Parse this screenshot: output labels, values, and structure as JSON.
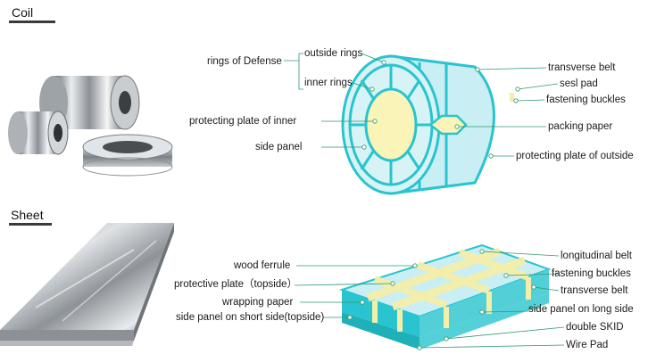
{
  "sections": {
    "coil": {
      "title": "Coil"
    },
    "sheet": {
      "title": "Sheet"
    }
  },
  "coil_labels": {
    "rings_of_defense": "rings of Defense",
    "outside_rings": "outside rings",
    "inner_rings": "inner rings",
    "protecting_plate_inner": "protecting plate of inner",
    "side_panel": "side panel",
    "transverse_belt": "transverse belt",
    "sesl_pad": "sesl pad",
    "fastening_buckles": "fastening buckles",
    "packing_paper": "packing paper",
    "protecting_plate_outside": "protecting plate of outside"
  },
  "sheet_labels": {
    "wood_ferrule": "wood ferrule",
    "protective_plate_topside": "protective plate（topside）",
    "wrapping_paper": "wrapping paper",
    "side_panel_short_side": "side panel on short side(topside)",
    "longitudinal_belt": "longitudinal belt",
    "fastening_buckles": "fastening buckles",
    "transverse_belt": "transverse belt",
    "side_panel_long_side": "side panel on long side",
    "double_skid": "double SKID",
    "wire_pad": "Wire Pad"
  },
  "colors": {
    "cyan": "#29c4cf",
    "light_cyan": "#c9eef3",
    "yellow_band": "#f4eeab",
    "inner_yellow": "#fbf4b8",
    "leader_green": "#2f9a6a",
    "dot_fill": "#ffffff"
  }
}
